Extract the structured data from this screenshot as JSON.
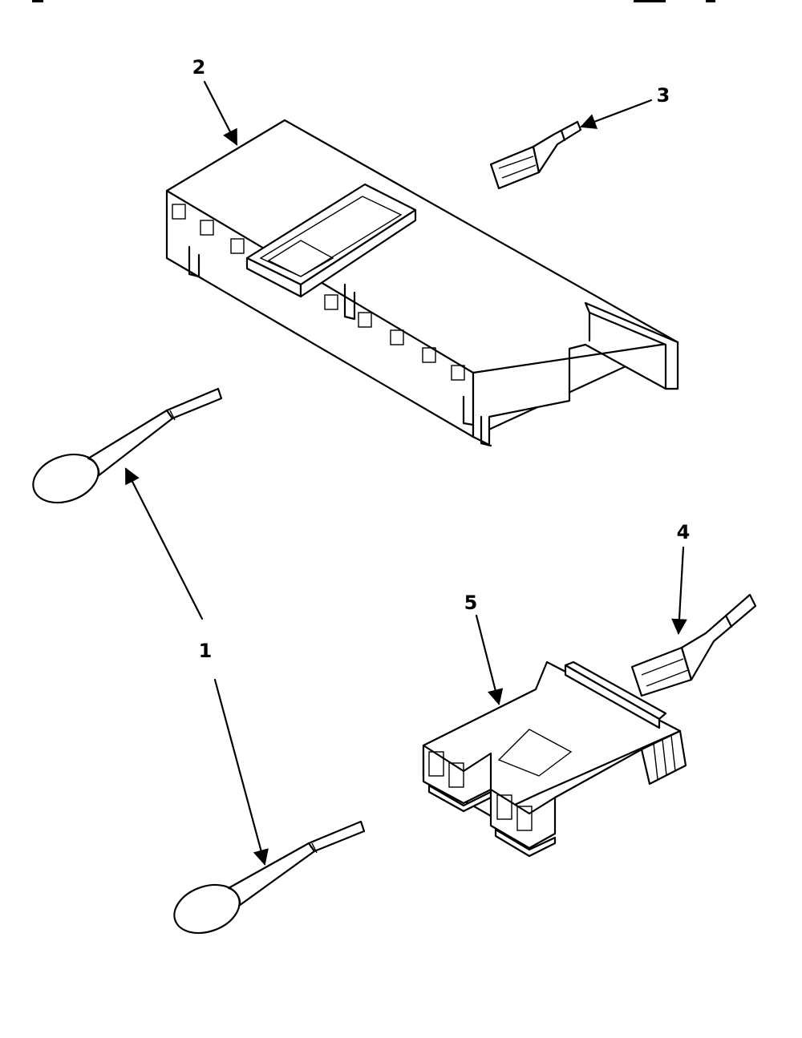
{
  "diagram": {
    "callouts": [
      {
        "id": "1",
        "label": "1"
      },
      {
        "id": "2",
        "label": "2"
      },
      {
        "id": "3",
        "label": "3"
      },
      {
        "id": "4",
        "label": "4"
      },
      {
        "id": "5",
        "label": "5"
      }
    ],
    "parts": [
      {
        "name": "probe",
        "icon": "temperature-probe-icon"
      },
      {
        "name": "connector-housing",
        "icon": "terminal-block-icon"
      },
      {
        "name": "terminal",
        "icon": "spade-terminal-icon"
      },
      {
        "name": "connector-plug",
        "icon": "connector-plug-icon"
      }
    ],
    "colors": {
      "line": "#000000",
      "background": "#ffffff"
    }
  }
}
